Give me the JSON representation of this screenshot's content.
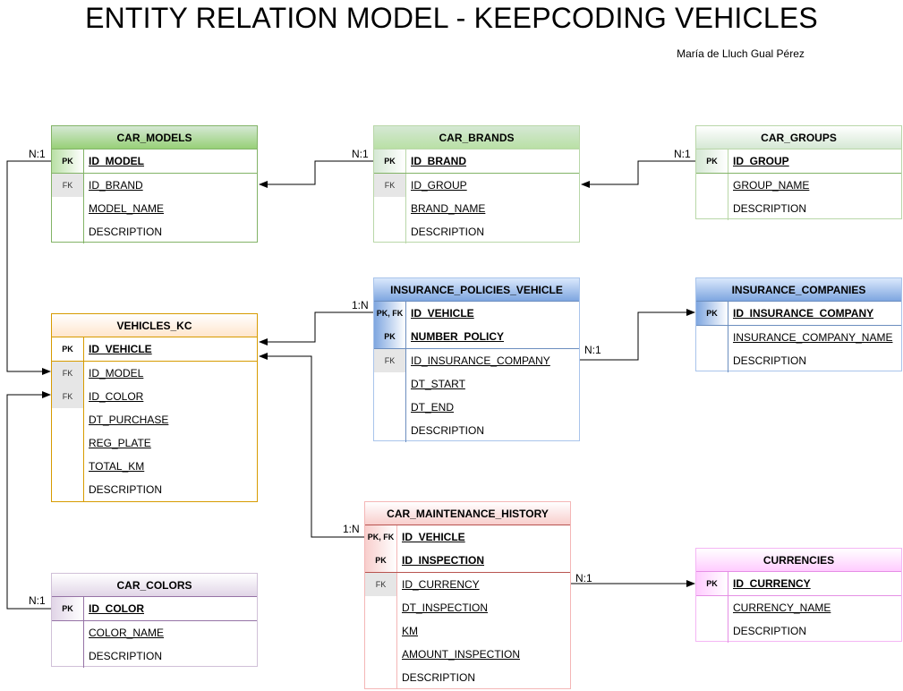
{
  "title": "ENTITY RELATION MODEL - KEEPCODING VEHICLES",
  "author": "María de Lluch Gual Pérez",
  "tables": {
    "car_models": {
      "name": "CAR_MODELS",
      "rows": [
        {
          "key": "PK",
          "field": "ID_MODEL"
        },
        {
          "key": "FK",
          "field": "ID_BRAND"
        },
        {
          "key": "",
          "field": "MODEL_NAME"
        },
        {
          "key": "",
          "field": "DESCRIPTION"
        }
      ]
    },
    "car_brands": {
      "name": "CAR_BRANDS",
      "rows": [
        {
          "key": "PK",
          "field": "ID_BRAND"
        },
        {
          "key": "FK",
          "field": "ID_GROUP"
        },
        {
          "key": "",
          "field": "BRAND_NAME"
        },
        {
          "key": "",
          "field": "DESCRIPTION"
        }
      ]
    },
    "car_groups": {
      "name": "CAR_GROUPS",
      "rows": [
        {
          "key": "PK",
          "field": "ID_GROUP"
        },
        {
          "key": "",
          "field": "GROUP_NAME"
        },
        {
          "key": "",
          "field": "DESCRIPTION"
        }
      ]
    },
    "vehicles_kc": {
      "name": "VEHICLES_KC",
      "rows": [
        {
          "key": "PK",
          "field": "ID_VEHICLE"
        },
        {
          "key": "FK",
          "field": "ID_MODEL"
        },
        {
          "key": "FK",
          "field": "ID_COLOR"
        },
        {
          "key": "",
          "field": "DT_PURCHASE"
        },
        {
          "key": "",
          "field": "REG_PLATE"
        },
        {
          "key": "",
          "field": "TOTAL_KM"
        },
        {
          "key": "",
          "field": "DESCRIPTION"
        }
      ]
    },
    "insurance_policies_vehicle": {
      "name": "INSURANCE_POLICIES_VEHICLE",
      "rows": [
        {
          "key": "PK, FK",
          "field": "ID_VEHICLE"
        },
        {
          "key": "PK",
          "field": "NUMBER_POLICY"
        },
        {
          "key": "FK",
          "field": "ID_INSURANCE_COMPANY"
        },
        {
          "key": "",
          "field": "DT_START"
        },
        {
          "key": "",
          "field": "DT_END"
        },
        {
          "key": "",
          "field": "DESCRIPTION"
        }
      ]
    },
    "insurance_companies": {
      "name": "INSURANCE_COMPANIES",
      "rows": [
        {
          "key": "PK",
          "field": "ID_INSURANCE_COMPANY"
        },
        {
          "key": "",
          "field": "INSURANCE_COMPANY_NAME"
        },
        {
          "key": "",
          "field": "DESCRIPTION"
        }
      ]
    },
    "car_colors": {
      "name": "CAR_COLORS",
      "rows": [
        {
          "key": "PK",
          "field": "ID_COLOR"
        },
        {
          "key": "",
          "field": "COLOR_NAME"
        },
        {
          "key": "",
          "field": "DESCRIPTION"
        }
      ]
    },
    "car_maintenance_history": {
      "name": "CAR_MAINTENANCE_HISTORY",
      "rows": [
        {
          "key": "PK, FK",
          "field": "ID_VEHICLE"
        },
        {
          "key": "PK",
          "field": "ID_INSPECTION"
        },
        {
          "key": "FK",
          "field": "ID_CURRENCY"
        },
        {
          "key": "",
          "field": "DT_INSPECTION"
        },
        {
          "key": "",
          "field": "KM"
        },
        {
          "key": "",
          "field": "AMOUNT_INSPECTION"
        },
        {
          "key": "",
          "field": "DESCRIPTION"
        }
      ]
    },
    "currencies": {
      "name": "CURRENCIES",
      "rows": [
        {
          "key": "PK",
          "field": "ID_CURRENCY"
        },
        {
          "key": "",
          "field": "CURRENCY_NAME"
        },
        {
          "key": "",
          "field": "DESCRIPTION"
        }
      ]
    }
  },
  "relations": {
    "models_vehicles": "N:1",
    "brands_models": "N:1",
    "groups_brands": "N:1",
    "policies_vehicles": "1:N",
    "policies_companies": "N:1",
    "colors_vehicles": "N:1",
    "maintenance_vehicles": "1:N",
    "maintenance_currencies": "N:1"
  }
}
